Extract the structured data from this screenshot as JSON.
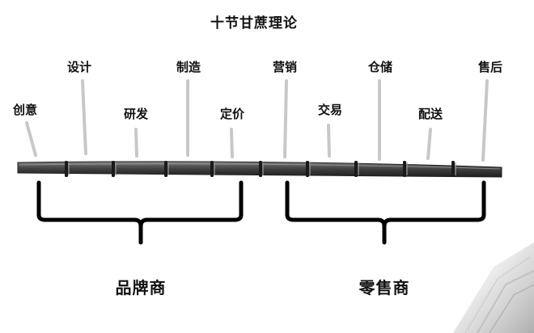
{
  "title": "十节甘蔗理论",
  "stages": [
    {
      "label": "创意"
    },
    {
      "label": "设计"
    },
    {
      "label": "研发"
    },
    {
      "label": "制造"
    },
    {
      "label": "定价"
    },
    {
      "label": "营销"
    },
    {
      "label": "交易"
    },
    {
      "label": "仓储"
    },
    {
      "label": "配送"
    },
    {
      "label": "售后"
    }
  ],
  "groups": [
    {
      "label": "品牌商"
    },
    {
      "label": "零售商"
    }
  ]
}
